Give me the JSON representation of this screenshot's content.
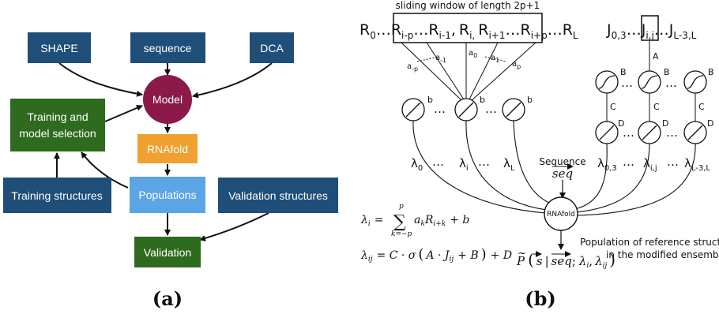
{
  "panel_a": {
    "caption": "(a)",
    "boxes": {
      "shape": "SHAPE",
      "sequence": "sequence",
      "dca": "DCA",
      "model": "Model",
      "training_selection_line1": "Training and",
      "training_selection_line2": "model selection",
      "rnafold": "RNAfold",
      "training_structures": "Training structures",
      "populations": "Populations",
      "validation_structures": "Validation structures",
      "validation": "Validation"
    },
    "colors": {
      "navy": "#1f4e79",
      "model": "#8b1a4a",
      "green": "#2e6b1f",
      "orange": "#f0a030",
      "light_blue": "#5aa5e6"
    }
  },
  "panel_b": {
    "caption": "(b)",
    "window_label": "sliding window of length 2p+1",
    "r_seq": {
      "r0": "R",
      "r0_sub": "0",
      "dots1": "…",
      "rip": "R",
      "rip_sub": "i-p",
      "dots2": "…",
      "rim1": "R",
      "rim1_sub": "i-1",
      "comma1": ",",
      "ri": "R",
      "ri_sub": "i,",
      "rip1": "R",
      "rip1_sub": "i+1",
      "dots3": "…",
      "ripp": "R",
      "ripp_sub": "i+p",
      "dots4": "…",
      "rl": "R",
      "rl_sub": "L"
    },
    "j_seq": {
      "j03": "J",
      "j03_sub": "0,3",
      "dots1": "…",
      "jij": "J",
      "jij_sub": "i,j",
      "dots2": "…",
      "jl": "J",
      "jl_sub": "L-3,L"
    },
    "weights": {
      "a": "a",
      "a_mp": "-p",
      "a_m1": "-1",
      "a_0": "0",
      "a_1": "1",
      "a_p": "p"
    },
    "node_labels": {
      "b": "b",
      "A": "A",
      "B": "B",
      "C": "C",
      "D": "D"
    },
    "ellipsis": "…",
    "lambdas": {
      "lam": "λ",
      "l0": "0",
      "li": "i",
      "lL": "L",
      "l03": "0,3",
      "lij": "i,j",
      "lL3": "L-3,L"
    },
    "sequence_label": "Sequence",
    "seq_vec": "seq",
    "rnafold_node": "RNAfold",
    "population_line1": "Population of reference structure",
    "population_vec": "s",
    "population_line2": "in the modified ensemble",
    "formula_lambda_i": {
      "lhs": "λ",
      "lhs_sub": "i",
      "eq": "=",
      "sum": "∑",
      "sum_top": "p",
      "sum_bottom": "k=−p",
      "term_a": "a",
      "term_a_sub": "k",
      "term_r": "R",
      "term_r_sub": "i+k",
      "plus_b": "+ b"
    },
    "formula_lambda_ij": {
      "lhs": "λ",
      "lhs_sub": "ij",
      "eq": "= C · σ",
      "open": "(",
      "body": "A · J",
      "body_sub": "ij",
      "plus_b": "+ B",
      "close": ")",
      "tail": "+ D"
    },
    "formula_p": {
      "p": "P",
      "hat": "~",
      "open": "(",
      "s": "s",
      "bar": "|",
      "seq": "seq",
      "semi": ";",
      "li": "λ",
      "li_sub": "i",
      "comma": ",",
      "lij": "λ",
      "lij_sub": "ij",
      "close": ")"
    }
  }
}
